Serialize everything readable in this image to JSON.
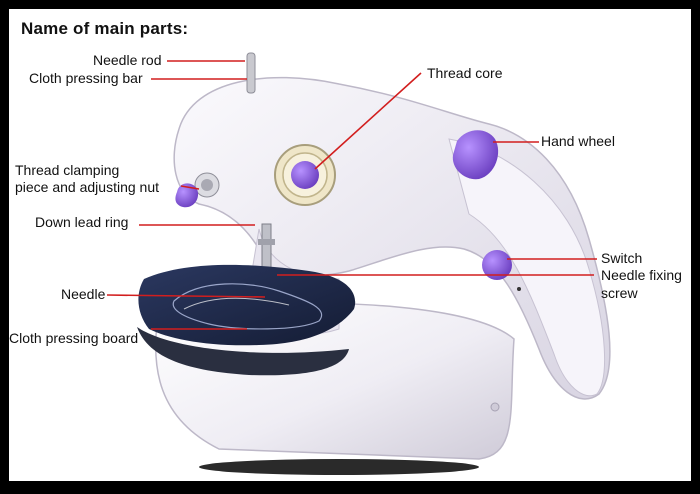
{
  "title": "Name of main parts:",
  "parts": [
    {
      "id": "needle-rod",
      "label": "Needle rod"
    },
    {
      "id": "cloth-pressing-bar",
      "label": "Cloth pressing bar"
    },
    {
      "id": "thread-core",
      "label": "Thread core"
    },
    {
      "id": "hand-wheel",
      "label": "Hand wheel"
    },
    {
      "id": "thread-clamping",
      "label_line1": "Thread clamping",
      "label_line2": "piece and adjusting nut"
    },
    {
      "id": "down-lead-ring",
      "label": "Down lead ring"
    },
    {
      "id": "switch",
      "label": "Switch"
    },
    {
      "id": "needle-fixing-screw",
      "label_line1": "Needle fixing",
      "label_line2": "screw"
    },
    {
      "id": "needle",
      "label": "Needle"
    },
    {
      "id": "cloth-pressing-board",
      "label": "Cloth pressing board"
    }
  ],
  "colors": {
    "leader_line": "#d21e1e",
    "machine_body": "#f2f0f6",
    "accent_knob": "#8a5cd6",
    "cloth": "#1f2a4a"
  }
}
